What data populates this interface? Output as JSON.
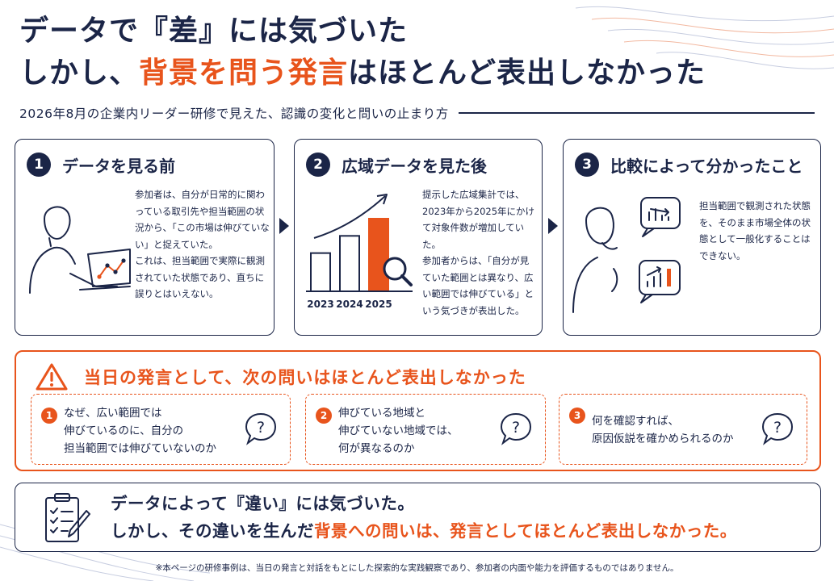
{
  "title": {
    "line1": "データで『差』には気づいた",
    "line2_prefix": "しかし、",
    "line2_highlight": "背景を問う発言",
    "line2_suffix": "はほとんど表出しなかった"
  },
  "subtitle": "2026年8月の企業内リーダー研修で見えた、認識の変化と問いの止まり方",
  "steps": [
    {
      "number": "1",
      "title": "データを見る前",
      "paragraphs": [
        "参加者は、自分が日常的に関わっている取引先や担当範囲の状況から、「この市場は伸びていない」と捉えていた。",
        "これは、担当範囲で実際に観測されていた状態であり、直ちに誤りとはいえない。"
      ]
    },
    {
      "number": "2",
      "title": "広域データを見た後",
      "chart_labels": [
        "2023",
        "2024",
        "2025"
      ],
      "paragraphs": [
        "提示した広域集計では、2023年から2025年にかけて対象件数が増加していた。",
        "参加者からは、「自分が見ていた範囲とは異なり、広い範囲では伸びている」という気づきが表出した。"
      ]
    },
    {
      "number": "3",
      "title": "比較によって分かったこと",
      "paragraphs": [
        "担当範囲で観測された状態を、そのまま市場全体の状態として一般化することはできない。"
      ]
    }
  ],
  "chart_data": {
    "type": "bar",
    "categories": [
      "2023",
      "2024",
      "2025"
    ],
    "values": [
      1.0,
      1.45,
      1.9
    ],
    "highlight_color": "#e8541c",
    "bar_color": "#1b2547"
  },
  "alert": {
    "title": "当日の発言として、次の問いはほとんど表出しなかった",
    "questions": [
      {
        "number": "1",
        "lines": [
          "なぜ、広い範囲では",
          "伸びているのに、自分の",
          "担当範囲では伸びていないのか"
        ]
      },
      {
        "number": "2",
        "lines": [
          "伸びている地域と",
          "伸びていない地域では、",
          "何が異なるのか"
        ]
      },
      {
        "number": "3",
        "lines": [
          "何を確認すれば、",
          "原因仮説を確かめられるのか"
        ]
      }
    ],
    "question_mark": "?"
  },
  "conclusion": {
    "line1": "データによって『違い』には気づいた。",
    "line2_prefix": "しかし、その違いを生んだ",
    "line2_highlight": "背景への問いは、発言としてほとんど表出しなかった。"
  },
  "footnote": "※本ページの研修事例は、当日の発言と対話をもとにした探索的な実践観察であり、参加者の内面や能力を評価するものではありません。",
  "colors": {
    "navy": "#1b2547",
    "accent": "#e8541c"
  },
  "icons": [
    "warning-icon",
    "question-bubble-icon",
    "clipboard-checklist-icon",
    "person-laptop-icon",
    "person-thinking-icon",
    "magnifier-icon",
    "arrow-right-icon"
  ]
}
